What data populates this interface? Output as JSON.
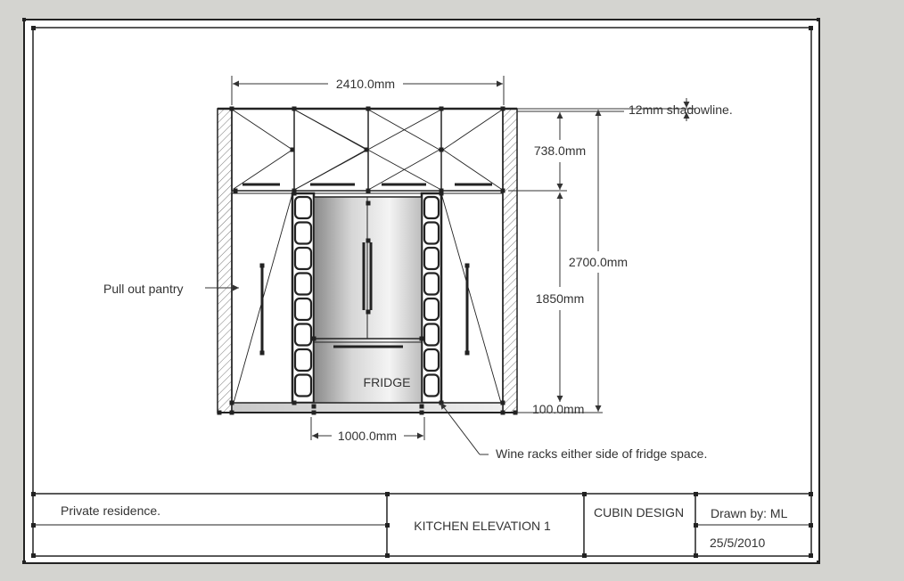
{
  "dimensions": {
    "overall_width": "2410.0mm",
    "shadowline": "12mm shadowline.",
    "upper_height": "738.0mm",
    "total_height": "2700.0mm",
    "tall_height": "1850mm",
    "plinth": "100.0mm",
    "fridge_width": "1000.0mm"
  },
  "annotations": {
    "pantry": "Pull out pantry",
    "fridge": "FRIDGE",
    "wine": "Wine racks either side of fridge space."
  },
  "title_block": {
    "project": "Private residence.",
    "drawing_title": "KITCHEN ELEVATION 1",
    "company": "CUBIN DESIGN",
    "drawn_by": "Drawn by: ML",
    "date": "25/5/2010"
  }
}
